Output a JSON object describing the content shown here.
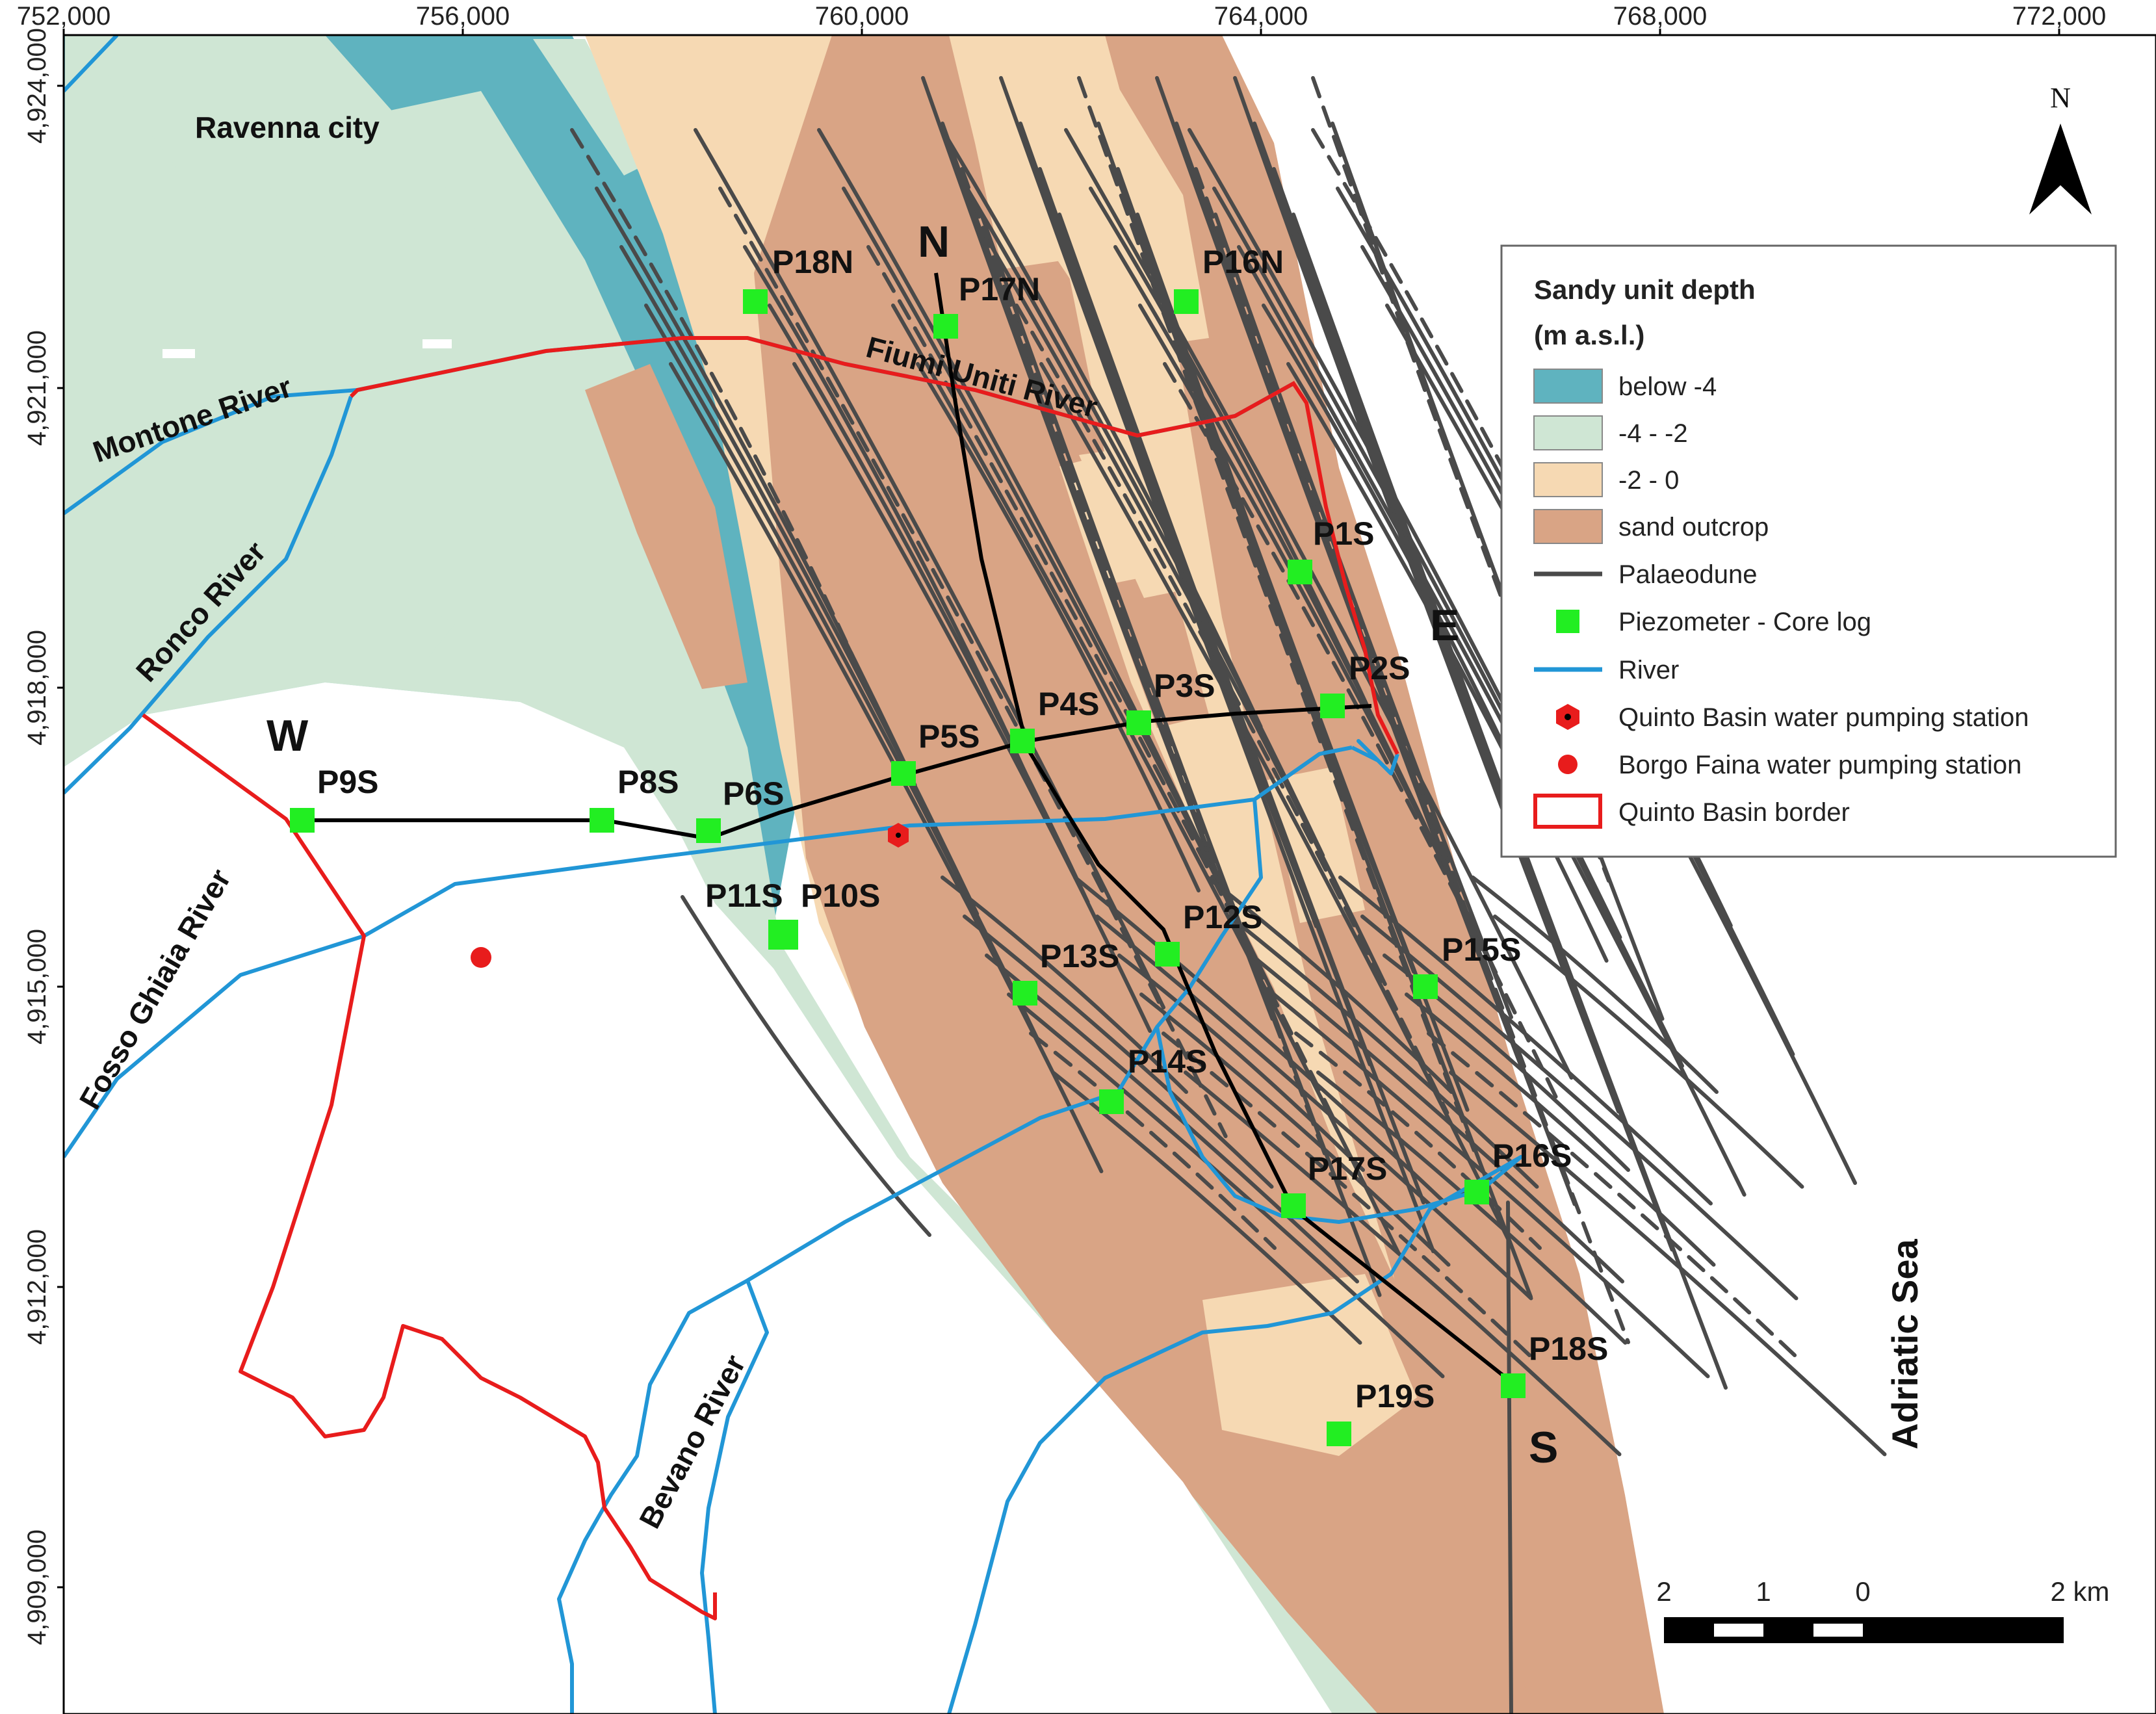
{
  "map": {
    "x_ticks": [
      "752,000",
      "756,000",
      "760,000",
      "764,000",
      "768,000",
      "772,000"
    ],
    "y_ticks": [
      "4,924,000",
      "4,921,000",
      "4,918,000",
      "4,915,000",
      "4,912,000",
      "4,909,000"
    ],
    "places": {
      "ravenna": "Ravenna city",
      "montone": "Montone River",
      "ronco": "Ronco River",
      "fiumi_uniti": "Fiumi Uniti River",
      "fosso_ghiaia": "Fosso Ghiaia River",
      "bevano": "Bevano River",
      "adriatic": "Adriatic Sea"
    },
    "section_ends": {
      "n": "N",
      "e": "E",
      "w": "W",
      "s": "S"
    },
    "piezometers": {
      "P18N": "P18N",
      "P17N": "P17N",
      "P16N": "P16N",
      "P1S": "P1S",
      "P2S": "P2S",
      "P3S": "P3S",
      "P4S": "P4S",
      "P5S": "P5S",
      "P6S": "P6S",
      "P8S": "P8S",
      "P9S": "P9S",
      "P11S": "P11S",
      "P10S": "P10S",
      "P12S": "P12S",
      "P13S": "P13S",
      "P14S": "P14S",
      "P15S": "P15S",
      "P16S": "P16S",
      "P17S": "P17S",
      "P18S": "P18S",
      "P19S": "P19S"
    },
    "north_arrow": "N",
    "scale_labels": [
      "2",
      "1",
      "0",
      "2 km"
    ],
    "colors": {
      "below_m4": "#5fb3bf",
      "m4_m2": "#cfe6d4",
      "m2_0": "#f6d9b3",
      "sand_outcrop": "#d9a485",
      "palaeodune": "#4a4a4a",
      "piezometer": "#22ee22",
      "river": "#2196d6",
      "basin_border": "#e81c1c",
      "section_line": "#000000"
    }
  },
  "legend": {
    "title": "Sandy unit depth",
    "subtitle": "(m a.s.l.)",
    "items": [
      {
        "label": "below -4"
      },
      {
        "label": "-4 - -2"
      },
      {
        "label": "-2 - 0"
      },
      {
        "label": "sand outcrop"
      },
      {
        "label": "Palaeodune"
      },
      {
        "label": "Piezometer - Core log"
      },
      {
        "label": "River"
      },
      {
        "label": "Quinto Basin water pumping station"
      },
      {
        "label": "Borgo Faina water pumping station"
      },
      {
        "label": "Quinto Basin border"
      }
    ]
  }
}
